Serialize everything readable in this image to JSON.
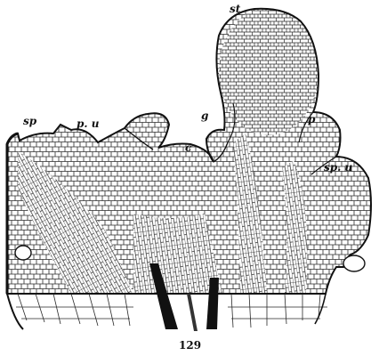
{
  "figure": {
    "number": "129",
    "labels": {
      "st": "st",
      "sp": "sp",
      "p_u_left": "p. u",
      "g": "g",
      "c": "c",
      "p": "p",
      "sp_u_right": "sp. u"
    }
  }
}
